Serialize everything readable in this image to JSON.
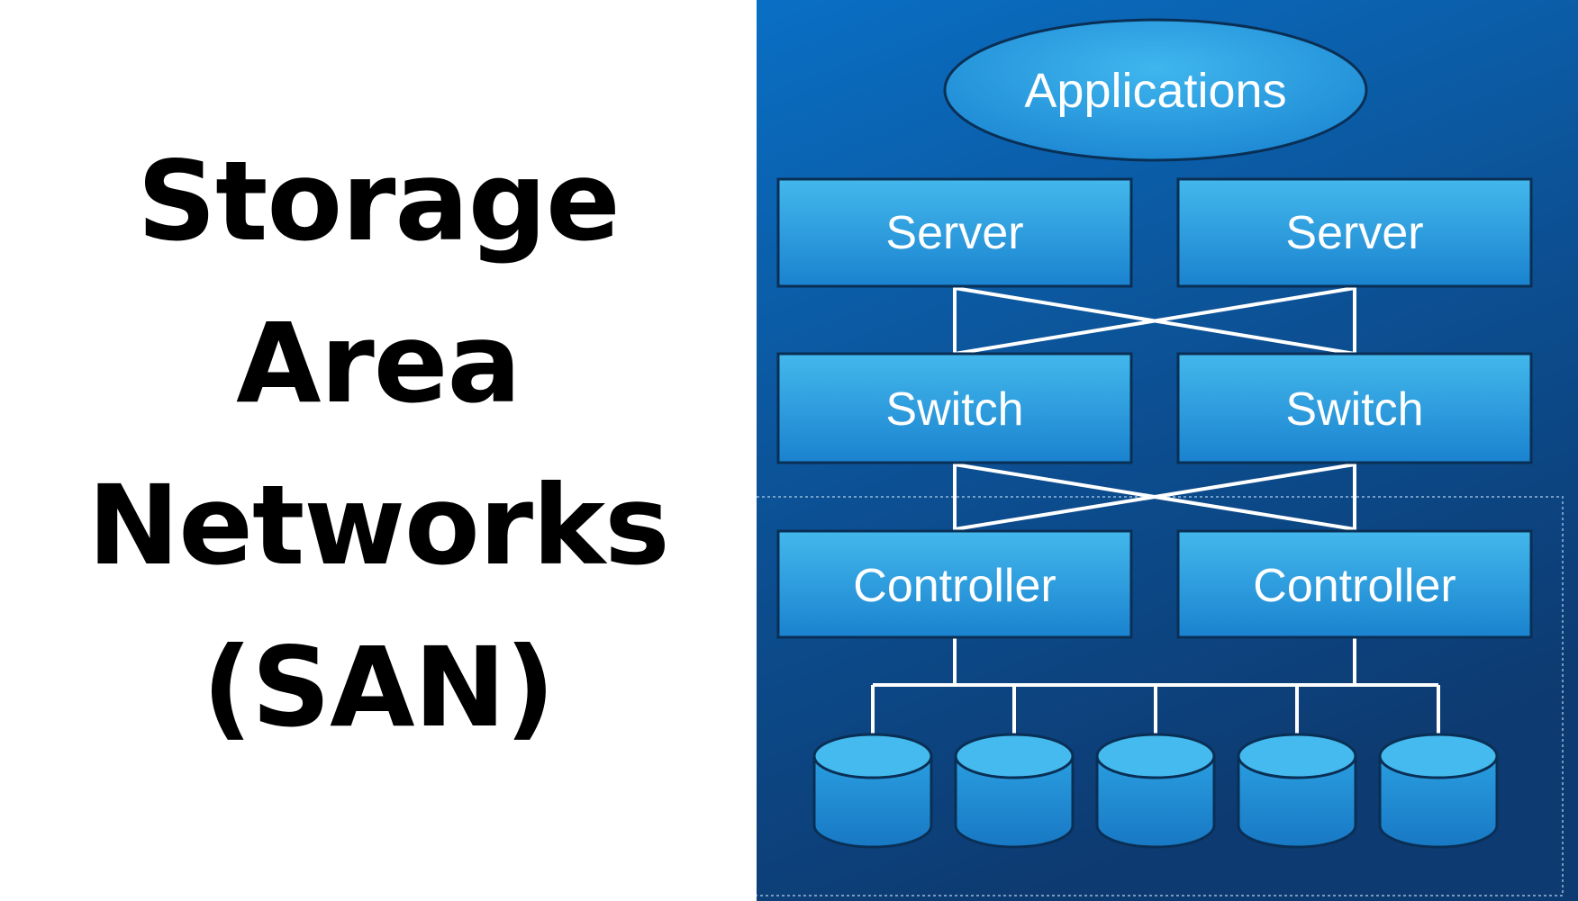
{
  "title": {
    "lines": [
      "Storage",
      "Area",
      "Networks",
      "(SAN)"
    ]
  },
  "diagram": {
    "applications": "Applications",
    "servers": [
      "Server",
      "Server"
    ],
    "switches": [
      "Switch",
      "Switch"
    ],
    "controllers": [
      "Controller",
      "Controller"
    ],
    "disk_count": 5,
    "colors": {
      "background_top": "#0a6fc4",
      "background_bottom": "#0d3a70",
      "node_fill_top": "#43b8ec",
      "node_fill_bottom": "#1a82cf",
      "node_border": "#0a2f55",
      "link": "#ffffff",
      "label": "#ffffff"
    }
  }
}
